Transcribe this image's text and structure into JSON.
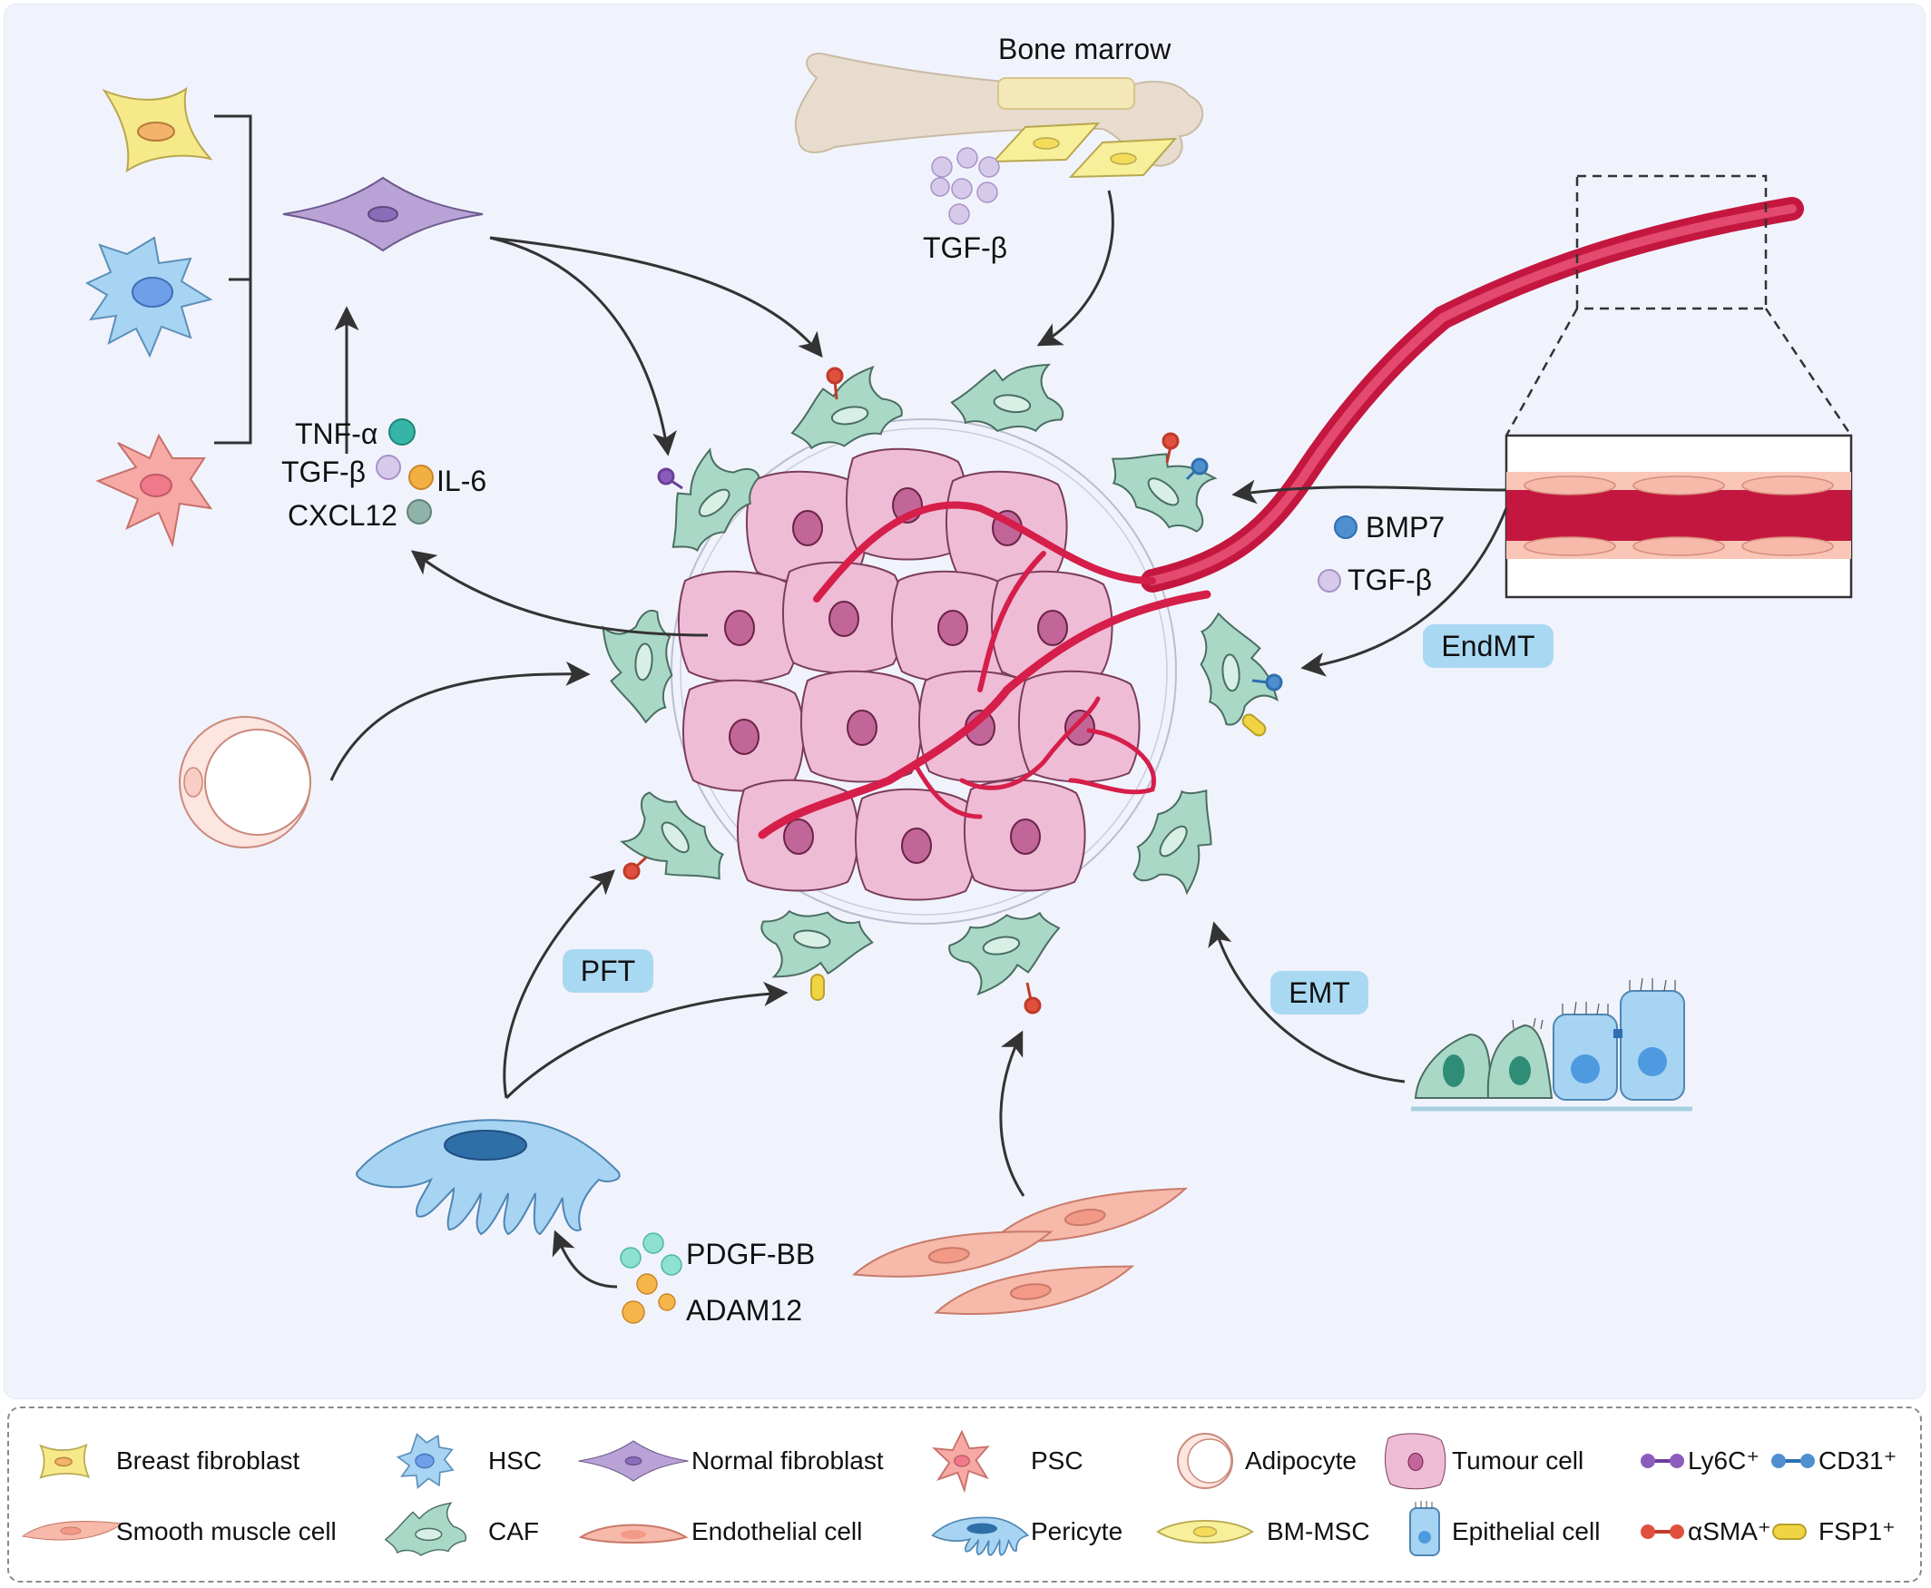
{
  "labels": {
    "bone_marrow": "Bone marrow",
    "tgf_beta_top": "TGF-β",
    "tnf_alpha": "TNF-α",
    "tgf_beta_left": "TGF-β",
    "il6": "IL-6",
    "cxcl12": "CXCL12",
    "bmp7": "BMP7",
    "tgf_beta_right": "TGF-β",
    "endmt": "EndMT",
    "pft": "PFT",
    "emt": "EMT",
    "pdgf_bb": "PDGF-BB",
    "adam12": "ADAM12"
  },
  "legend": [
    {
      "icon": "breast-fibroblast-icon",
      "label": "Breast fibroblast"
    },
    {
      "icon": "hsc-icon",
      "label": "HSC"
    },
    {
      "icon": "normal-fibroblast-icon",
      "label": "Normal fibroblast"
    },
    {
      "icon": "psc-icon",
      "label": "PSC"
    },
    {
      "icon": "adipocyte-icon",
      "label": "Adipocyte"
    },
    {
      "icon": "tumour-cell-icon",
      "label": "Tumour cell"
    },
    {
      "icon": "ly6c-marker-icon",
      "label": "Ly6C⁺"
    },
    {
      "icon": "cd31-marker-icon",
      "label": "CD31⁺"
    },
    {
      "icon": "smooth-muscle-cell-icon",
      "label": "Smooth muscle cell"
    },
    {
      "icon": "caf-icon",
      "label": "CAF"
    },
    {
      "icon": "endothelial-cell-icon",
      "label": "Endothelial cell"
    },
    {
      "icon": "pericyte-icon",
      "label": "Pericyte"
    },
    {
      "icon": "bm-msc-icon",
      "label": "BM-MSC"
    },
    {
      "icon": "epithelial-cell-icon",
      "label": "Epithelial cell"
    },
    {
      "icon": "asma-marker-icon",
      "label": "αSMA⁺"
    },
    {
      "icon": "fsp1-marker-icon",
      "label": "FSP1⁺"
    }
  ],
  "colors": {
    "background": "#f1f3fc",
    "caf": "#a9d8c6",
    "tumour": "#efb9d6",
    "vessel": "#d61e4a",
    "breast_fibroblast": "#f6e98a",
    "hsc": "#a6d4f2",
    "normal_fibroblast": "#b9a2d6",
    "psc": "#f6a9a5",
    "bone": "#e7dccd",
    "tag": "#a9d9f2",
    "tnf_alpha": "#36b5a7",
    "tgf_beta": "#cdbde6",
    "il6": "#f2b043",
    "cxcl12": "#8fb3a8",
    "bmp7": "#4e8fd0",
    "pdgf_bb": "#7fd8c8",
    "adam12": "#f2b043",
    "ly6c": "#8c5cbd",
    "cd31": "#4e8fd0",
    "asma": "#e0503e",
    "fsp1": "#f0d443"
  }
}
